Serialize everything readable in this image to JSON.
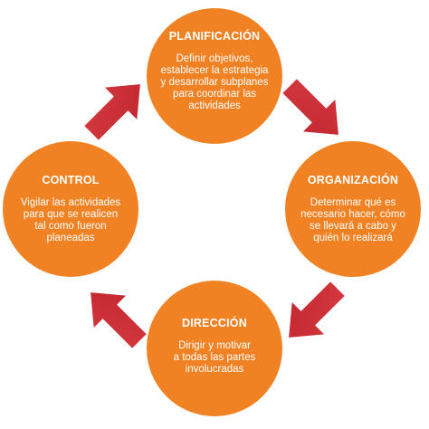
{
  "colors": {
    "circle": "#f08224",
    "arrow": "#c0262e",
    "arrow_highlight": "#d63a40"
  },
  "nodes": [
    {
      "id": "planificacion",
      "title": "PLANIFICACIÓN",
      "lines": [
        "Definir objetivos,",
        "establecer la estrategia",
        "y desarrollar subplanes",
        "para coordinar las",
        "actividades"
      ]
    },
    {
      "id": "organizacion",
      "title": "ORGANIZACIÓN",
      "lines": [
        "Determinar qué es",
        "necesario hacer, cómo",
        "se llevará a cabo y",
        "quién lo realizará"
      ]
    },
    {
      "id": "direccion",
      "title": "DIRECCIÓN",
      "lines": [
        "Dirigir y motivar",
        "a todas las partes",
        "involucradas"
      ]
    },
    {
      "id": "control",
      "title": "CONTROL",
      "lines": [
        "Vigilar las actividades",
        "para que se realicen",
        "tal como fueron",
        "planeadas"
      ]
    }
  ],
  "arrows": [
    {
      "from": "planificacion",
      "to": "organizacion",
      "icon": "arrow-down-right-icon"
    },
    {
      "from": "organizacion",
      "to": "direccion",
      "icon": "arrow-down-left-icon"
    },
    {
      "from": "direccion",
      "to": "control",
      "icon": "arrow-up-left-icon"
    },
    {
      "from": "control",
      "to": "planificacion",
      "icon": "arrow-up-right-icon"
    }
  ]
}
